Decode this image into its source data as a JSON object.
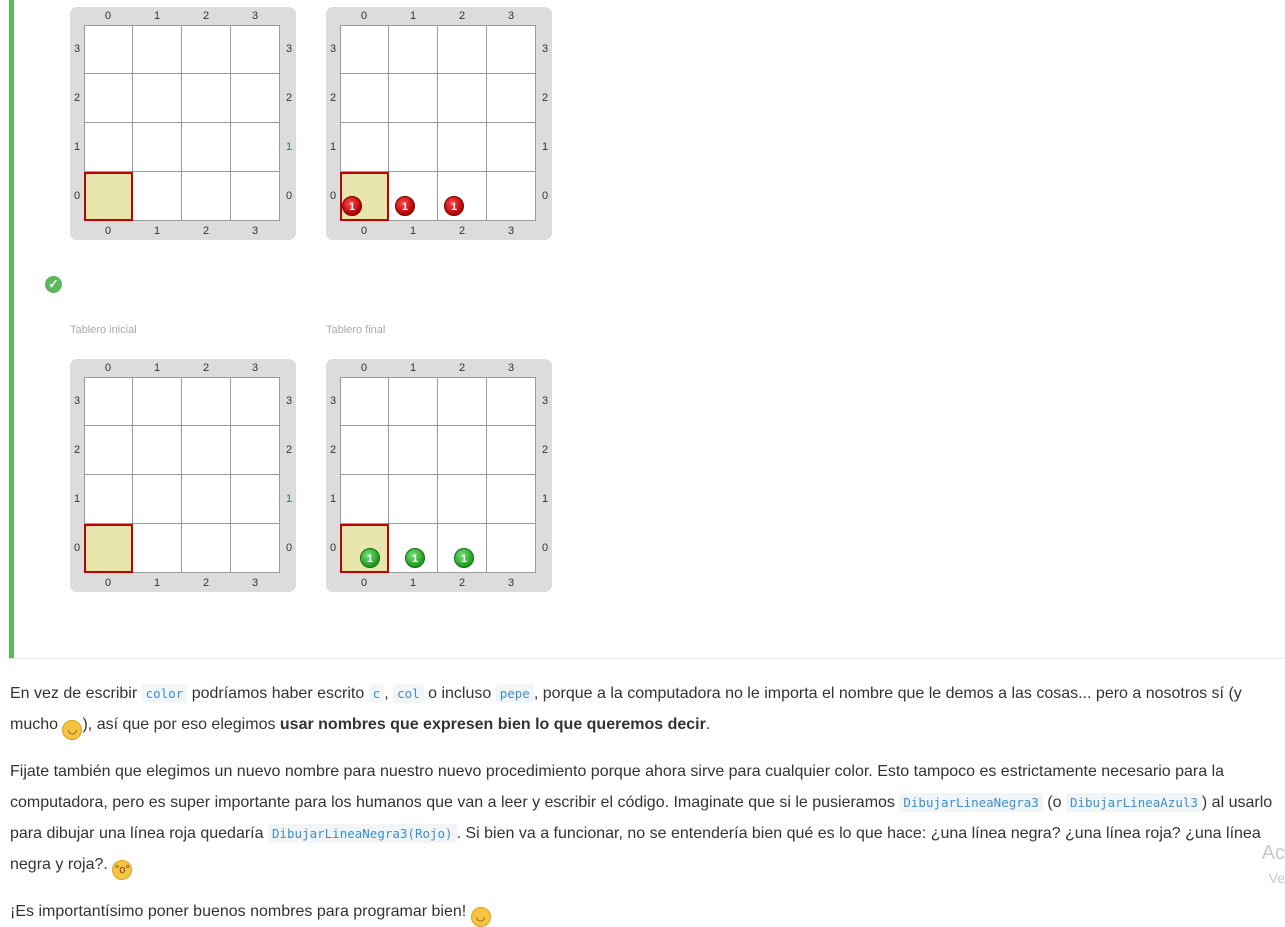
{
  "boards": {
    "col_labels": [
      "0",
      "1",
      "2",
      "3"
    ],
    "row_labels_top_to_bottom": [
      "3",
      "2",
      "1",
      "0"
    ]
  },
  "test_case": {
    "initial_caption": "Tablero inicial",
    "final_caption": "Tablero final",
    "status_icon": "check-circle-icon"
  },
  "balls": {
    "red_count_label": "1",
    "green_count_label": "1"
  },
  "paragraph1": {
    "t1": "En vez de escribir ",
    "code1": "color",
    "t2": " podríamos haber escrito ",
    "code2": "c",
    "t3": ", ",
    "code3": "col",
    "t4": " o incluso ",
    "code4": "pepe",
    "t5": ", porque a la computadora no le importa el nombre que le demos a las cosas... pero a nosotros sí (y mucho ",
    "t6": "), así que por eso elegimos ",
    "bold": "usar nombres que expresen bien lo que queremos decir",
    "t7": "."
  },
  "paragraph2": {
    "t1": "Fijate también que elegimos un nuevo nombre para nuestro nuevo procedimiento porque ahora sirve para cualquier color. Esto tampoco es estrictamente necesario para la computadora, pero es super importante para los humanos que van a leer y escribir el código. Imaginate que si le pusieramos ",
    "code1": "DibujarLineaNegra3",
    "t2": " (o ",
    "code2": "DibujarLineaAzul3",
    "t3": ") al usarlo para dibujar una línea roja quedaría ",
    "code3": "DibujarLineaNegra3(Rojo)",
    "t4": ". Si bien va a funcionar, no se entendería bien qué es lo que hace: ¿una línea negra? ¿una línea roja? ¿una línea negra y roja?. "
  },
  "paragraph3": {
    "t1": "¡Es importantísimo poner buenos nombres para programar bien! "
  },
  "watermark": {
    "line1": "Ac",
    "line2": "Ve"
  }
}
